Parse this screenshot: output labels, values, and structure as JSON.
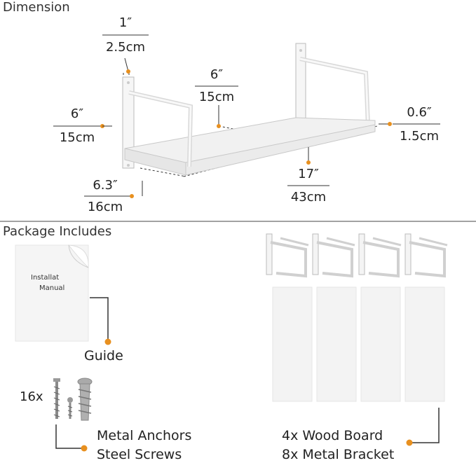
{
  "dimension": {
    "title": "Dimension",
    "labels": {
      "bracket_width": {
        "in": "1″",
        "cm": "2.5cm"
      },
      "board_depth": {
        "in": "6″",
        "cm": "15cm"
      },
      "bracket_height": {
        "in": "6″",
        "cm": "15cm"
      },
      "board_thickness": {
        "in": "0.6″",
        "cm": "1.5cm"
      },
      "board_length": {
        "in": "17″",
        "cm": "43cm"
      },
      "bracket_depth": {
        "in": "6.3″",
        "cm": "16cm"
      }
    }
  },
  "package": {
    "title": "Package Includes",
    "manual_text": [
      "Installat",
      "Manual"
    ],
    "guide_label": "Guide",
    "hardware_count": "16x",
    "hardware_labels": [
      "Metal Anchors",
      "Steel Screws"
    ],
    "kit_labels": [
      "4x Wood Board",
      "8x Metal Bracket"
    ]
  },
  "colors": {
    "accent": "#e8901f",
    "line": "#333333",
    "board": "#f3f3f3"
  }
}
